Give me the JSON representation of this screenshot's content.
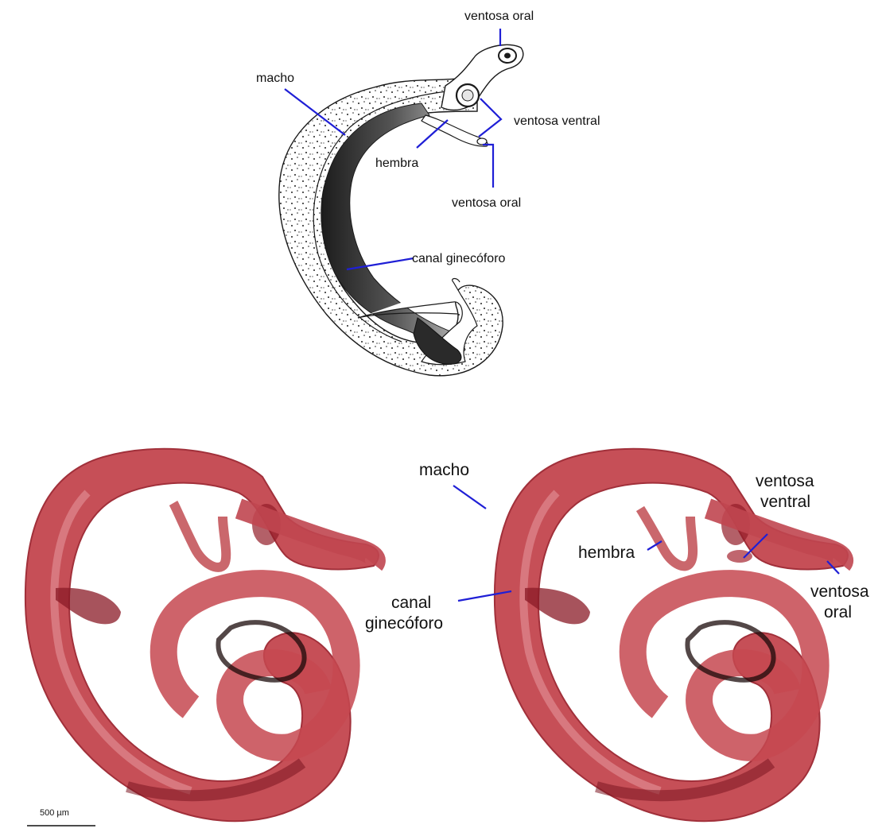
{
  "colors": {
    "leader_line": "#1f1fd6",
    "stain_light": "#d4727a",
    "stain_mid": "#bd3c48",
    "stain_dark": "#8e1a26",
    "pigment": "#1a0a0a",
    "ink": "#1a1a1a",
    "drawing_gut": "#444444"
  },
  "drawing_labels": {
    "ventosa_oral_top": "ventosa oral",
    "macho": "macho",
    "ventosa_ventral": "ventosa ventral",
    "hembra": "hembra",
    "ventosa_oral_bottom": "ventosa oral",
    "canal_ginecoforo": "canal ginecóforo"
  },
  "photo_labels": {
    "macho": "macho",
    "ventosa_ventral_line1": "ventosa",
    "ventosa_ventral_line2": "ventral",
    "hembra": "hembra",
    "canal_line1": "canal",
    "canal_line2": "ginecóforo",
    "ventosa_oral_line1": "ventosa",
    "ventosa_oral_line2": "oral"
  },
  "scale_bar": {
    "label": "500 µm"
  }
}
